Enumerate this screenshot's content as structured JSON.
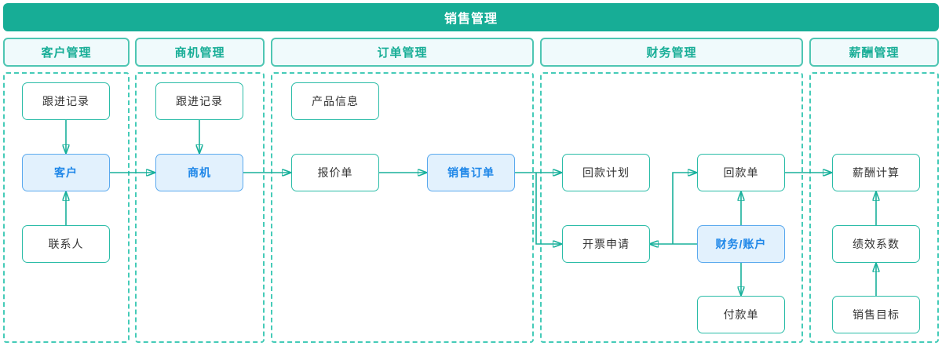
{
  "app": {
    "title": "销售管理"
  },
  "columns": [
    {
      "key": "customer",
      "label": "客户管理"
    },
    {
      "key": "opportunity",
      "label": "商机管理"
    },
    {
      "key": "order",
      "label": "订单管理"
    },
    {
      "key": "finance",
      "label": "财务管理"
    },
    {
      "key": "salary",
      "label": "薪酬管理"
    }
  ],
  "nodes": {
    "follow_record_customer": {
      "label": "跟进记录",
      "column": "customer",
      "highlighted": false
    },
    "customer": {
      "label": "客户",
      "column": "customer",
      "highlighted": true
    },
    "contact": {
      "label": "联系人",
      "column": "customer",
      "highlighted": false
    },
    "follow_record_opportunity": {
      "label": "跟进记录",
      "column": "opportunity",
      "highlighted": false
    },
    "opportunity": {
      "label": "商机",
      "column": "opportunity",
      "highlighted": true
    },
    "product_info": {
      "label": "产品信息",
      "column": "order",
      "highlighted": false
    },
    "quotation": {
      "label": "报价单",
      "column": "order",
      "highlighted": false
    },
    "sales_order": {
      "label": "销售订单",
      "column": "order",
      "highlighted": true
    },
    "collection_plan": {
      "label": "回款计划",
      "column": "finance",
      "highlighted": false
    },
    "collection_receipt": {
      "label": "回款单",
      "column": "finance",
      "highlighted": false
    },
    "invoice_request": {
      "label": "开票申请",
      "column": "finance",
      "highlighted": false
    },
    "finance_account": {
      "label": "财务/账户",
      "column": "finance",
      "highlighted": true
    },
    "payment_order": {
      "label": "付款单",
      "column": "finance",
      "highlighted": false
    },
    "salary_calc": {
      "label": "薪酬计算",
      "column": "salary",
      "highlighted": false
    },
    "performance_coeff": {
      "label": "绩效系数",
      "column": "salary",
      "highlighted": false
    },
    "sales_target": {
      "label": "销售目标",
      "column": "salary",
      "highlighted": false
    }
  },
  "edges": [
    {
      "from": "follow_record_customer",
      "to": "customer"
    },
    {
      "from": "contact",
      "to": "customer"
    },
    {
      "from": "customer",
      "to": "opportunity"
    },
    {
      "from": "follow_record_opportunity",
      "to": "opportunity"
    },
    {
      "from": "opportunity",
      "to": "quotation"
    },
    {
      "from": "quotation",
      "to": "sales_order"
    },
    {
      "from": "sales_order",
      "to": "collection_plan"
    },
    {
      "from": "sales_order",
      "to": "invoice_request",
      "route": "branch-down"
    },
    {
      "from": "finance_account",
      "to": "invoice_request"
    },
    {
      "from": "finance_account",
      "to": "collection_receipt",
      "route": "branch-left-up"
    },
    {
      "from": "finance_account",
      "to": "collection_receipt",
      "route": "direct-up"
    },
    {
      "from": "finance_account",
      "to": "payment_order"
    },
    {
      "from": "collection_receipt",
      "to": "salary_calc"
    },
    {
      "from": "performance_coeff",
      "to": "salary_calc"
    },
    {
      "from": "sales_target",
      "to": "performance_coeff"
    }
  ],
  "colors": {
    "title_bar": "#17ad96",
    "title_text": "#ffffff",
    "column_header_fill": "#f0fafc",
    "column_header_border": "#4fc6b3",
    "column_header_text": "#17ad96",
    "lane_dashed_border": "#45cbb8",
    "node_border": "#2abca7",
    "node_fill": "#ffffff",
    "node_text": "#333333",
    "highlight_fill": "#e2f1fd",
    "highlight_border": "#5aa9ee",
    "highlight_text": "#1d86e8",
    "arrow": "#18b09b"
  }
}
